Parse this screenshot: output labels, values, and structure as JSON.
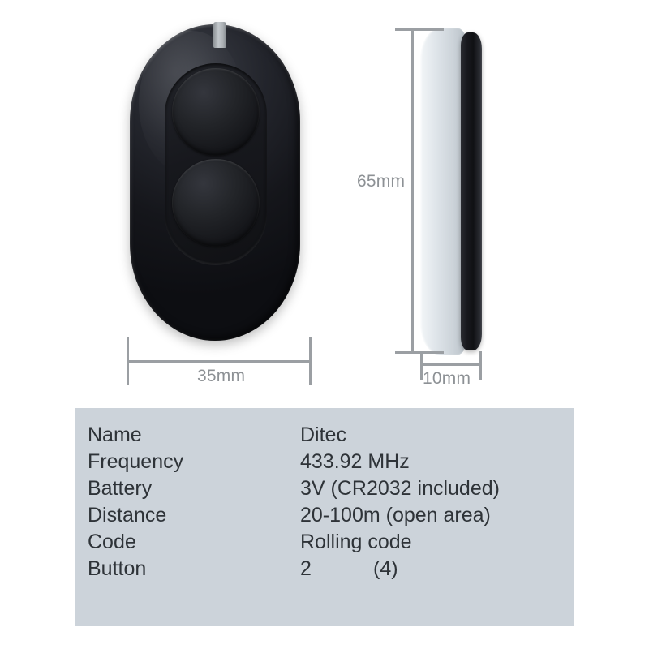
{
  "product": {
    "name": "Ditec",
    "type": "two-button garage door remote control",
    "front_view": {
      "keyring_tab": "keyring-tab",
      "buttons": [
        {
          "position": "top"
        },
        {
          "position": "bottom"
        }
      ]
    },
    "side_view": {
      "shell_color": "#dfe5ea",
      "face_color": "#17181d"
    }
  },
  "dimensions": {
    "width": "35mm",
    "height": "65mm",
    "depth": "10mm"
  },
  "spec_panel": {
    "background": "#ccd3da",
    "rows": [
      {
        "label": "Name",
        "value": "Ditec"
      },
      {
        "label": "Frequency",
        "value": "433.92 MHz"
      },
      {
        "label": "Battery",
        "value": "3V (CR2032 included)"
      },
      {
        "label": "Distance",
        "value": "20-100m (open area)"
      },
      {
        "label": "Code",
        "value": "Rolling code"
      },
      {
        "label": "Button",
        "value": "2",
        "value_extra": "(4)"
      }
    ]
  }
}
